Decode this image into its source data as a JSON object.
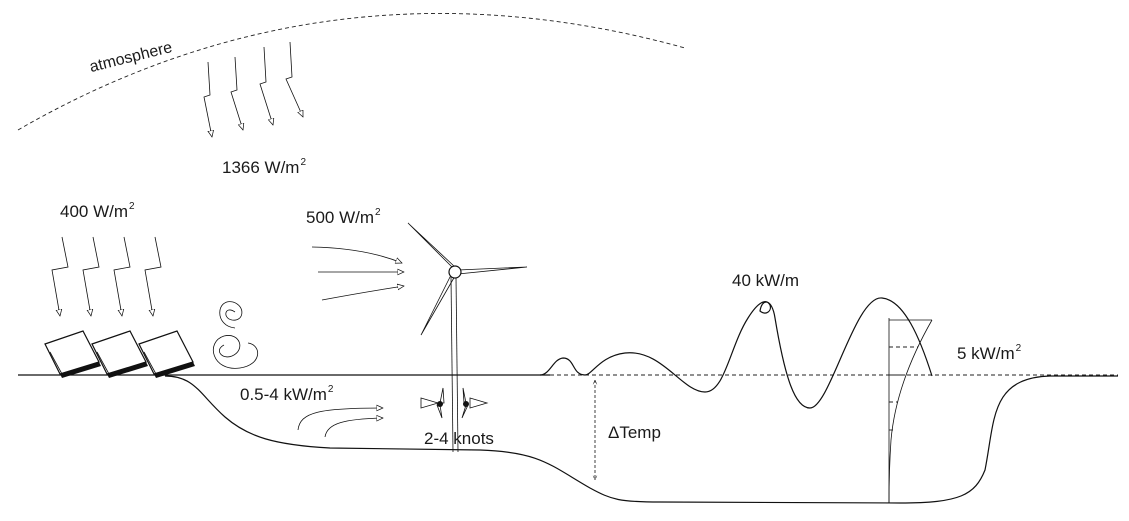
{
  "labels": {
    "atmosphere": "atmosphere",
    "solar_top": {
      "value": "1366 W/m",
      "exp": "2"
    },
    "solar_ground": {
      "value": "400 W/m",
      "exp": "2"
    },
    "wind": {
      "value": "500 W/m",
      "exp": "2"
    },
    "wave": "40 kW/m",
    "tidal_stream": {
      "value": "5 kW/m",
      "exp": "2"
    },
    "current": {
      "value": "0.5-4 kW/m",
      "exp": "2"
    },
    "current_speed": "2-4 knots",
    "thermal": "ΔTemp"
  }
}
